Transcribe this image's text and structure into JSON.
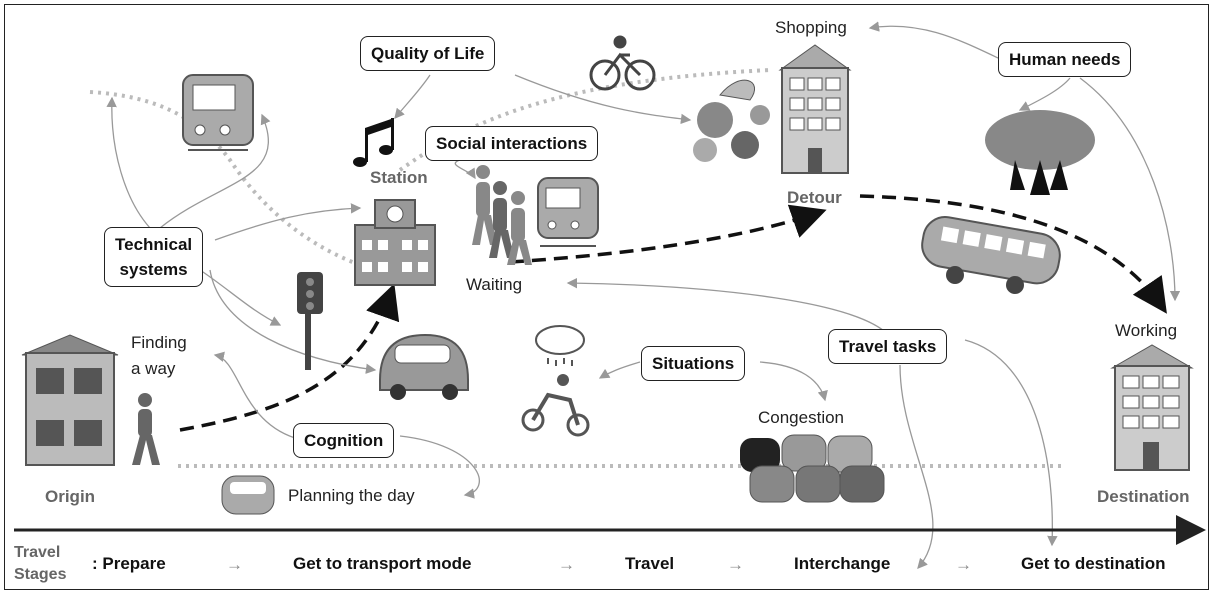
{
  "factor_boxes": {
    "quality_of_life": "Quality of Life",
    "human_needs": "Human needs",
    "social_interactions": "Social interactions",
    "technical_systems_line1": "Technical",
    "technical_systems_line2": "systems",
    "situations": "Situations",
    "travel_tasks": "Travel tasks",
    "cognition": "Cognition"
  },
  "places": {
    "station": "Station",
    "detour": "Detour",
    "origin": "Origin",
    "destination": "Destination",
    "shopping": "Shopping",
    "working": "Working",
    "waiting": "Waiting",
    "finding_way_line1": "Finding",
    "finding_way_line2": "a way",
    "congestion": "Congestion",
    "planning_the_day": "Planning the day"
  },
  "stages": {
    "title_line1": "Travel",
    "title_line2": "Stages",
    "items": [
      ": Prepare",
      "Get to transport mode",
      "Travel",
      "Interchange",
      "Get to destination"
    ],
    "separator": "→"
  },
  "colors": {
    "line": "#999999",
    "dotted": "#bbbbbb",
    "path": "#111111",
    "icon": "#9a9a9a"
  },
  "icons": [
    "train-icon",
    "music-notes-icon",
    "bicycle-icon",
    "flowers-icon",
    "shopping-building-icon",
    "trees-icon",
    "pedestrians-icon",
    "station-building-icon",
    "traffic-light-icon",
    "car-icon",
    "bus-icon",
    "rain-cloud-icon",
    "scooter-icon",
    "congestion-cars-icon",
    "origin-house-icon",
    "walking-person-icon",
    "destination-building-icon"
  ]
}
